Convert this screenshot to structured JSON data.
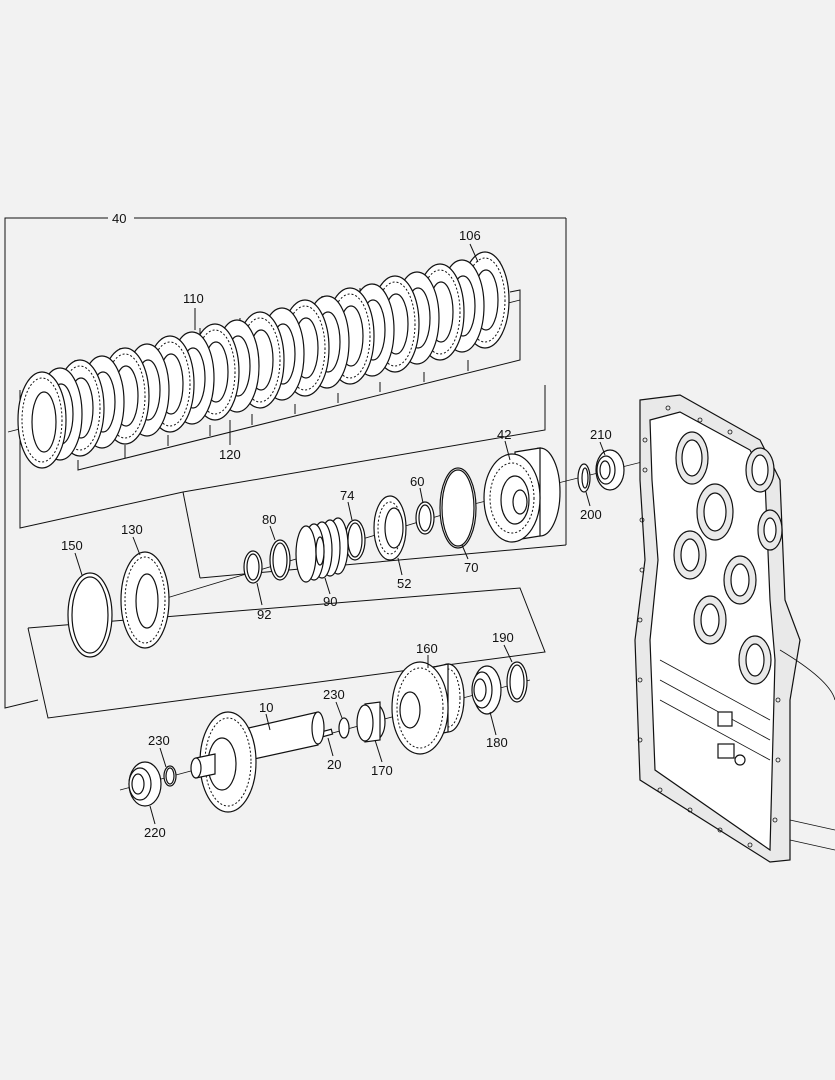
{
  "colors": {
    "background": "#f2f2f2",
    "ink": "#111111",
    "part_fill": "#ffffff"
  },
  "labels": {
    "l40": "40",
    "l106": "106",
    "l110": "110",
    "l120": "120",
    "l42": "42",
    "l210": "210",
    "l200": "200",
    "l60": "60",
    "l70": "70",
    "l74": "74",
    "l52": "52",
    "l80": "80",
    "l92": "92",
    "l90": "90",
    "l150": "150",
    "l130": "130",
    "l160": "160",
    "l190": "190",
    "l180": "180",
    "l170": "170",
    "l230a": "230",
    "l20": "20",
    "l10": "10",
    "l230b": "230",
    "l220": "220"
  }
}
